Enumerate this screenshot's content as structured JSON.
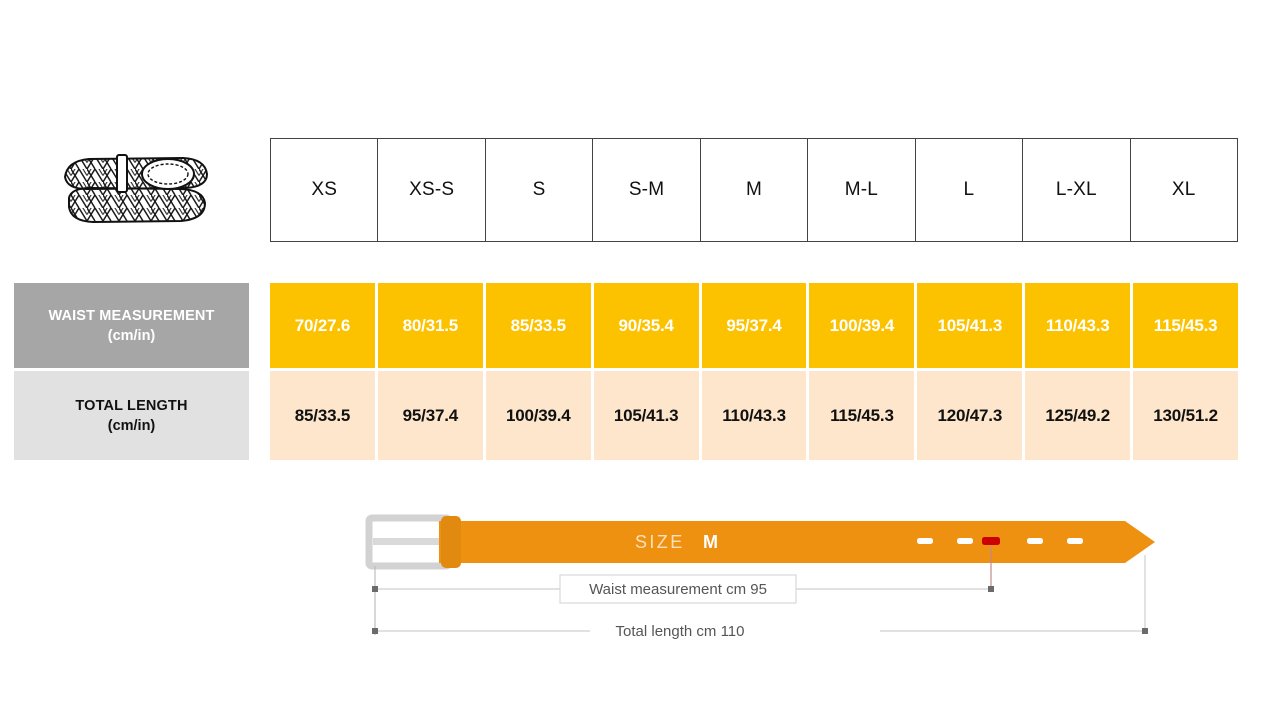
{
  "product_icon": {
    "name": "braided-belt-illustration"
  },
  "size_table": {
    "sizes": [
      "XS",
      "XS-S",
      "S",
      "S-M",
      "M",
      "M-L",
      "L",
      "L-XL",
      "XL"
    ],
    "rows": [
      {
        "id": "waist",
        "label_line1": "WAIST MEASUREMENT",
        "label_line2": "(cm/in)",
        "values": [
          "70/27.6",
          "80/31.5",
          "85/33.5",
          "90/35.4",
          "95/37.4",
          "100/39.4",
          "105/41.3",
          "110/43.3",
          "115/45.3"
        ],
        "label_bg": "#a6a6a6",
        "label_color": "#ffffff",
        "cell_bg": "#fcc200",
        "cell_color": "#ffffff"
      },
      {
        "id": "length",
        "label_line1": "TOTAL LENGTH",
        "label_line2": "(cm/in)",
        "values": [
          "85/33.5",
          "95/37.4",
          "100/39.4",
          "105/41.3",
          "110/43.3",
          "115/45.3",
          "120/47.3",
          "125/49.2",
          "130/51.2"
        ],
        "label_bg": "#e1e1e1",
        "label_color": "#111111",
        "cell_bg": "#fde6cb",
        "cell_color": "#111111"
      }
    ]
  },
  "diagram": {
    "size_word": "SIZE",
    "size_value": "M",
    "waist_caption": "Waist measurement cm 95",
    "length_caption": "Total length cm 110",
    "belt_color": "#ef9110",
    "buckle_color": "#d9d9d9",
    "active_hole_color": "#cc0000",
    "hole_count": 5,
    "active_hole_index": 3
  }
}
